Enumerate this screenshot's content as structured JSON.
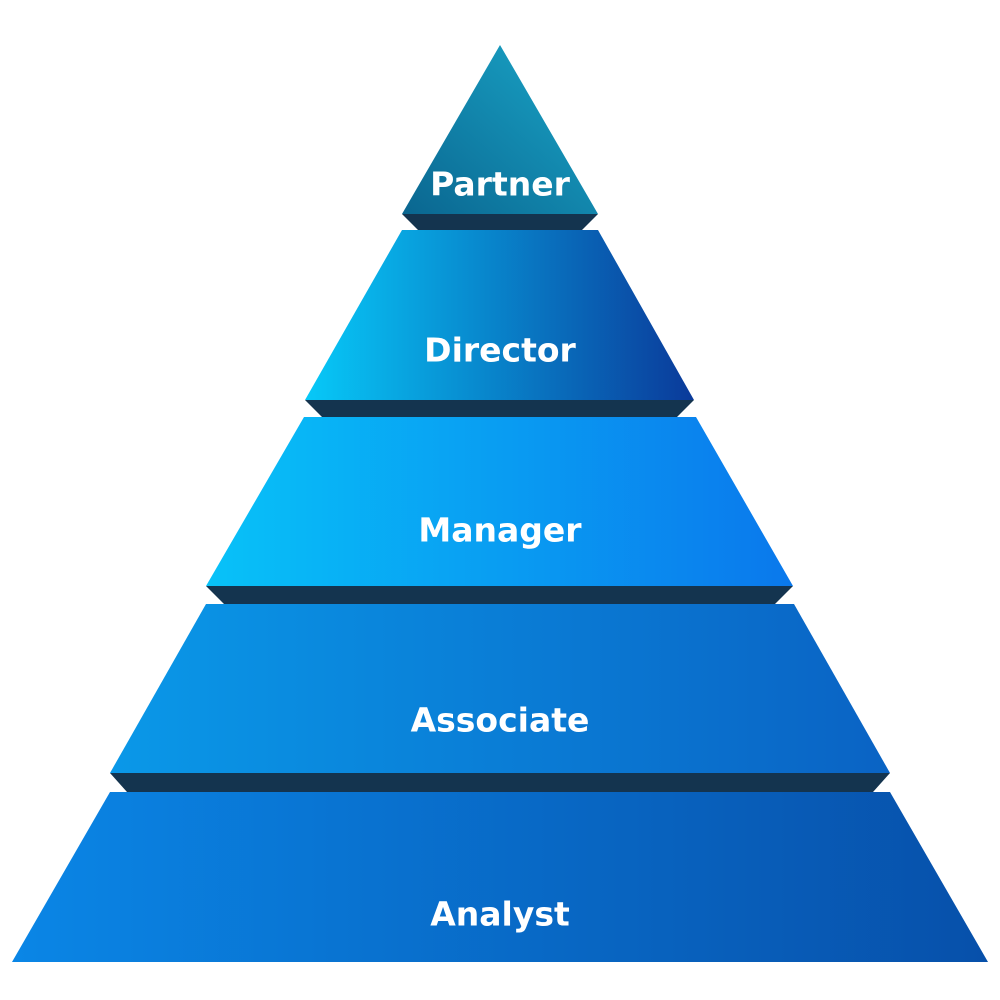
{
  "diagram": {
    "tiers": [
      {
        "label": "Partner",
        "color_start": "#1aa7c9",
        "color_end": "#0a6690"
      },
      {
        "label": "Director",
        "color_start": "#07c9f8",
        "color_end": "#0a3a9a"
      },
      {
        "label": "Manager",
        "color_start": "#08c2f8",
        "color_end": "#0a78ec"
      },
      {
        "label": "Associate",
        "color_start": "#0a98e8",
        "color_end": "#0a63c4"
      },
      {
        "label": "Analyst",
        "color_start": "#0a86e6",
        "color_end": "#0750aa"
      }
    ],
    "fold_color": "#14344f",
    "background": "#ffffff"
  }
}
